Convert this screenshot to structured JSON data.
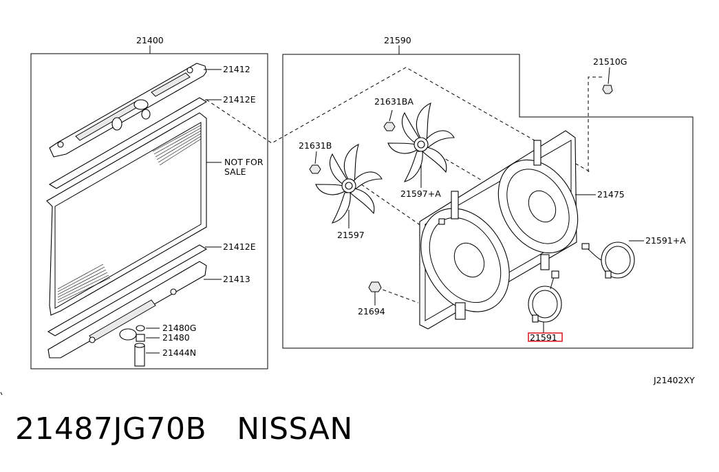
{
  "labels": {
    "radiator_assembly": "21400",
    "fan_shroud_assembly": "21590",
    "upper_mount": "21412",
    "upper_seal": "21412E",
    "lower_seal": "21412E",
    "lower_mount": "21413",
    "drain_gasket": "21480G",
    "drain_plug": "21480",
    "drain_hose": "21444N",
    "not_for_sale_line1": "NOT FOR",
    "not_for_sale_line2": "SALE",
    "fan_a": "21597+A",
    "fan": "21597",
    "fan_nut_a": "21631BA",
    "fan_nut": "21631B",
    "shroud": "21475",
    "motor_a": "21591+A",
    "motor": "21591",
    "bolt": "21694",
    "clip": "21510G",
    "diagram_code": "J21402XY"
  },
  "footer": {
    "part_number": "21487JG70B",
    "brand": "NISSAN"
  },
  "colors": {
    "highlight": "#e0202a",
    "line": "#000000"
  }
}
